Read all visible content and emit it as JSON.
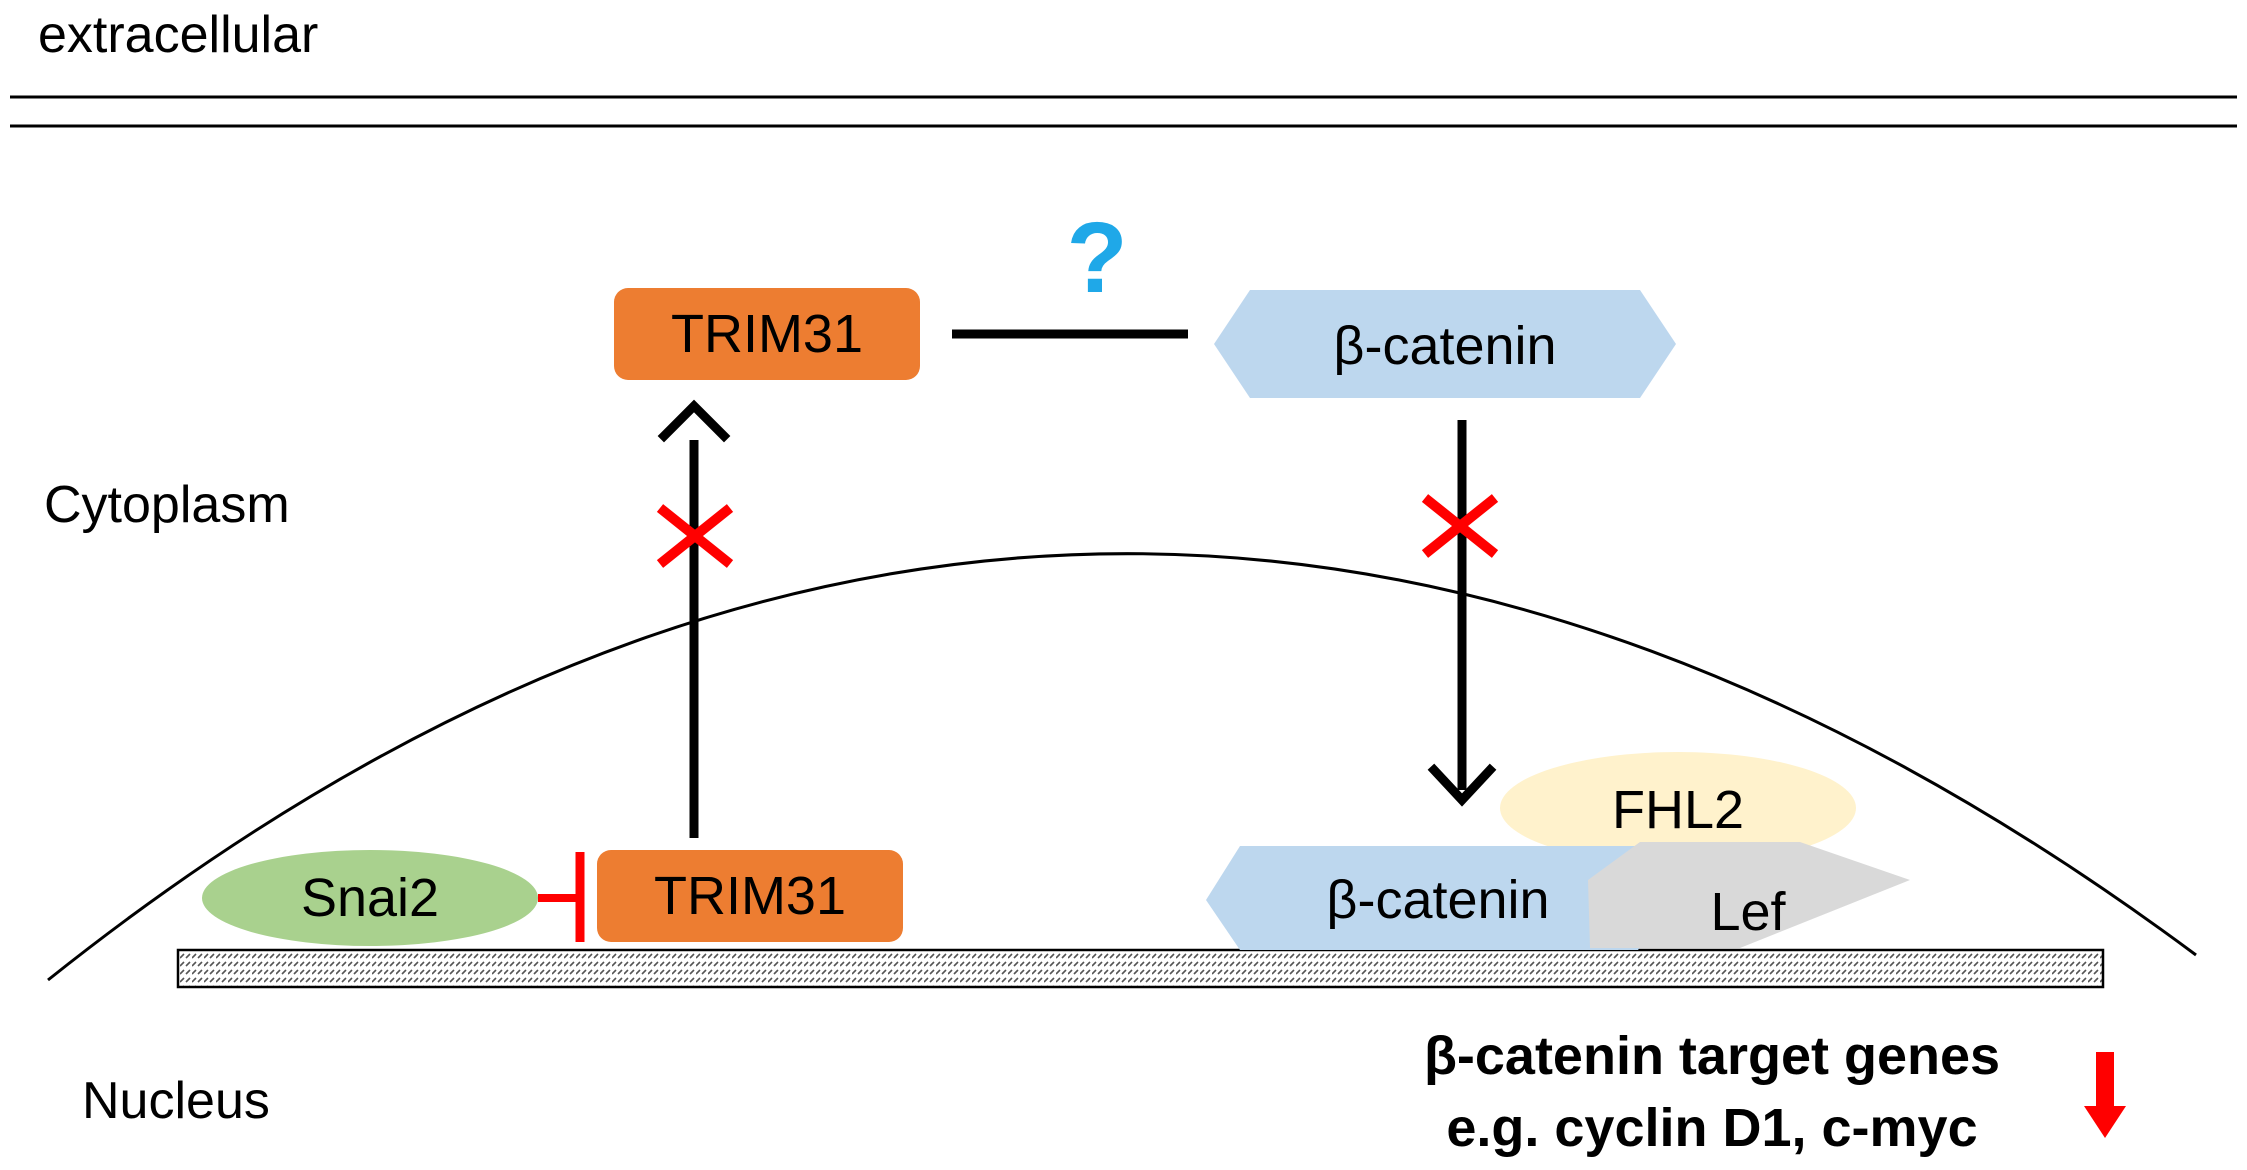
{
  "regions": {
    "extracellular": "extracellular",
    "cytoplasm": "Cytoplasm",
    "nucleus": "Nucleus"
  },
  "nodes": {
    "trim31_cyto": "TRIM31",
    "trim31_nuc": "TRIM31",
    "bcat_cyto": "β-catenin",
    "bcat_nuc": "β-catenin",
    "snai2": "Snai2",
    "fhl2": "FHL2",
    "lef": "Lef"
  },
  "unknown_mark": "?",
  "targets": {
    "line1": "β-catenin target genes",
    "line2": "e.g. cyclin D1, c-myc"
  },
  "colors": {
    "trim31": "#ED7D31",
    "bcatenin": "#BDD7EE",
    "snai2": "#A9D18E",
    "fhl2": "#FFF2CC",
    "lef": "#D9D9D9",
    "inhibit": "#FF0000",
    "question": "#1FA8E8"
  },
  "icons": {
    "blocked": "red-x-icon",
    "decrease": "down-arrow-icon"
  }
}
